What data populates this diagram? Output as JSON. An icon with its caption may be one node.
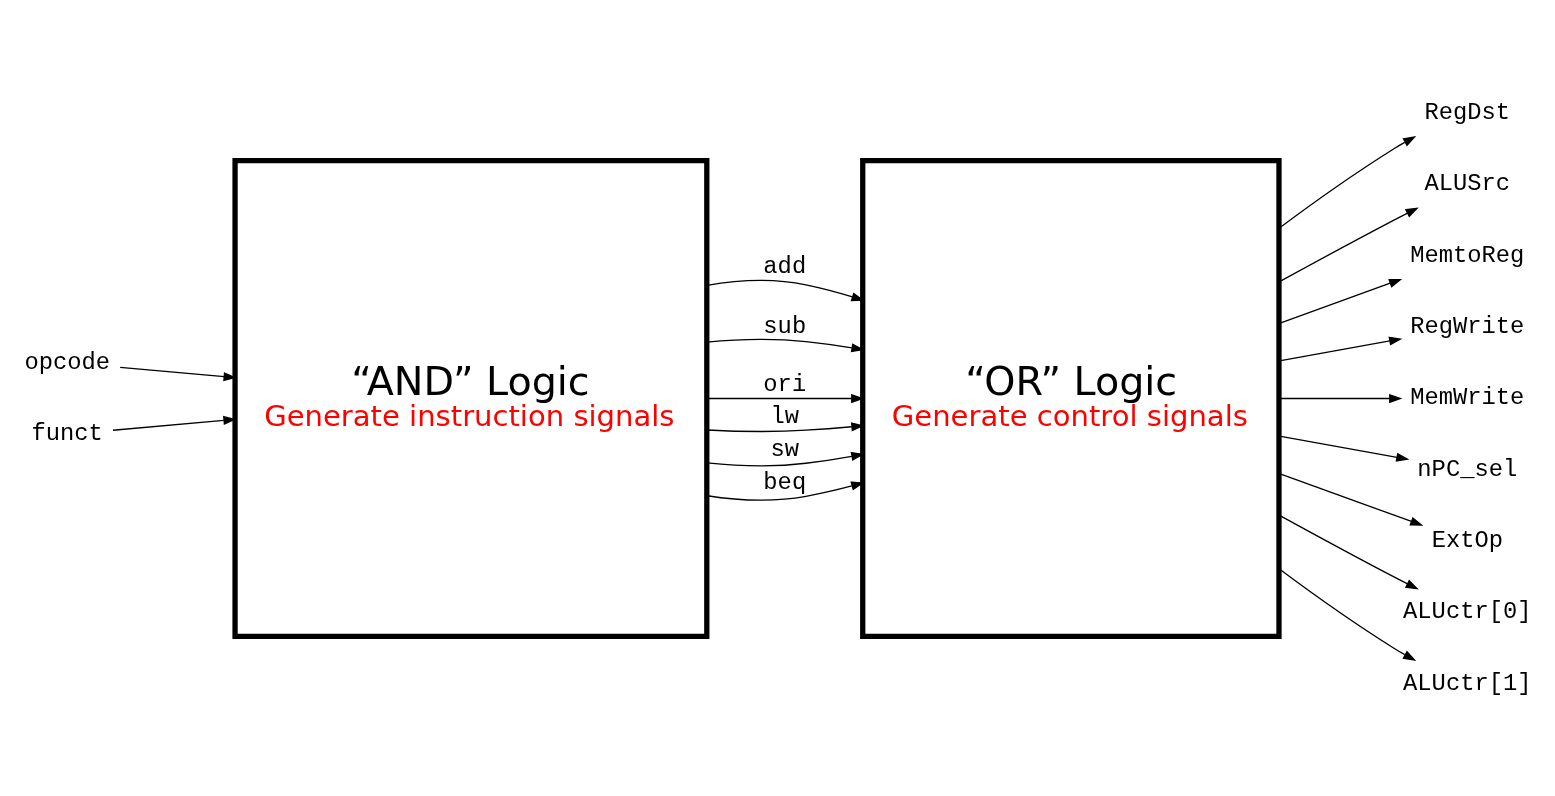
{
  "diagram": {
    "nodes": [
      {
        "text": [
          "opcode"
        ]
      },
      {
        "text": [
          "funct"
        ]
      },
      {
        "text": [
          "“AND” Logic",
          "Generate instruction signals"
        ]
      },
      {
        "text": [
          "“OR” Logic",
          "Generate control signals"
        ]
      },
      {
        "text": [
          "RegDst"
        ]
      },
      {
        "text": [
          "ALUSrc"
        ]
      },
      {
        "text": [
          "MemtoReg"
        ]
      },
      {
        "text": [
          "RegWrite"
        ]
      },
      {
        "text": [
          "MemWrite"
        ]
      },
      {
        "text": [
          "nPC_sel"
        ]
      },
      {
        "text": [
          "ExtOp"
        ]
      },
      {
        "text": [
          "ALUctr[0]"
        ]
      },
      {
        "text": [
          "ALUctr[1]"
        ]
      }
    ],
    "edges": [
      {
        "from": 0,
        "to": 2,
        "arrow": "to"
      },
      {
        "from": 1,
        "to": 2,
        "arrow": "to"
      },
      {
        "from": 2,
        "to": 3,
        "arrow": "to",
        "label": "add"
      },
      {
        "from": 2,
        "to": 3,
        "arrow": "to",
        "label": "sub"
      },
      {
        "from": 2,
        "to": 3,
        "arrow": "to",
        "label": "ori"
      },
      {
        "from": 2,
        "to": 3,
        "arrow": "to",
        "label": "lw"
      },
      {
        "from": 2,
        "to": 3,
        "arrow": "to",
        "label": "sw"
      },
      {
        "from": 2,
        "to": 3,
        "arrow": "to",
        "label": "beq"
      },
      {
        "from": 3,
        "to": 4,
        "arrow": "to"
      },
      {
        "from": 3,
        "to": 5,
        "arrow": "to"
      },
      {
        "from": 3,
        "to": 6,
        "arrow": "to"
      },
      {
        "from": 3,
        "to": 7,
        "arrow": "to"
      },
      {
        "from": 3,
        "to": 8,
        "arrow": "to"
      },
      {
        "from": 3,
        "to": 9,
        "arrow": "to"
      },
      {
        "from": 3,
        "to": 10,
        "arrow": "to"
      },
      {
        "from": 3,
        "to": 11,
        "arrow": "to"
      },
      {
        "from": 3,
        "to": 12,
        "arrow": "to"
      }
    ]
  }
}
